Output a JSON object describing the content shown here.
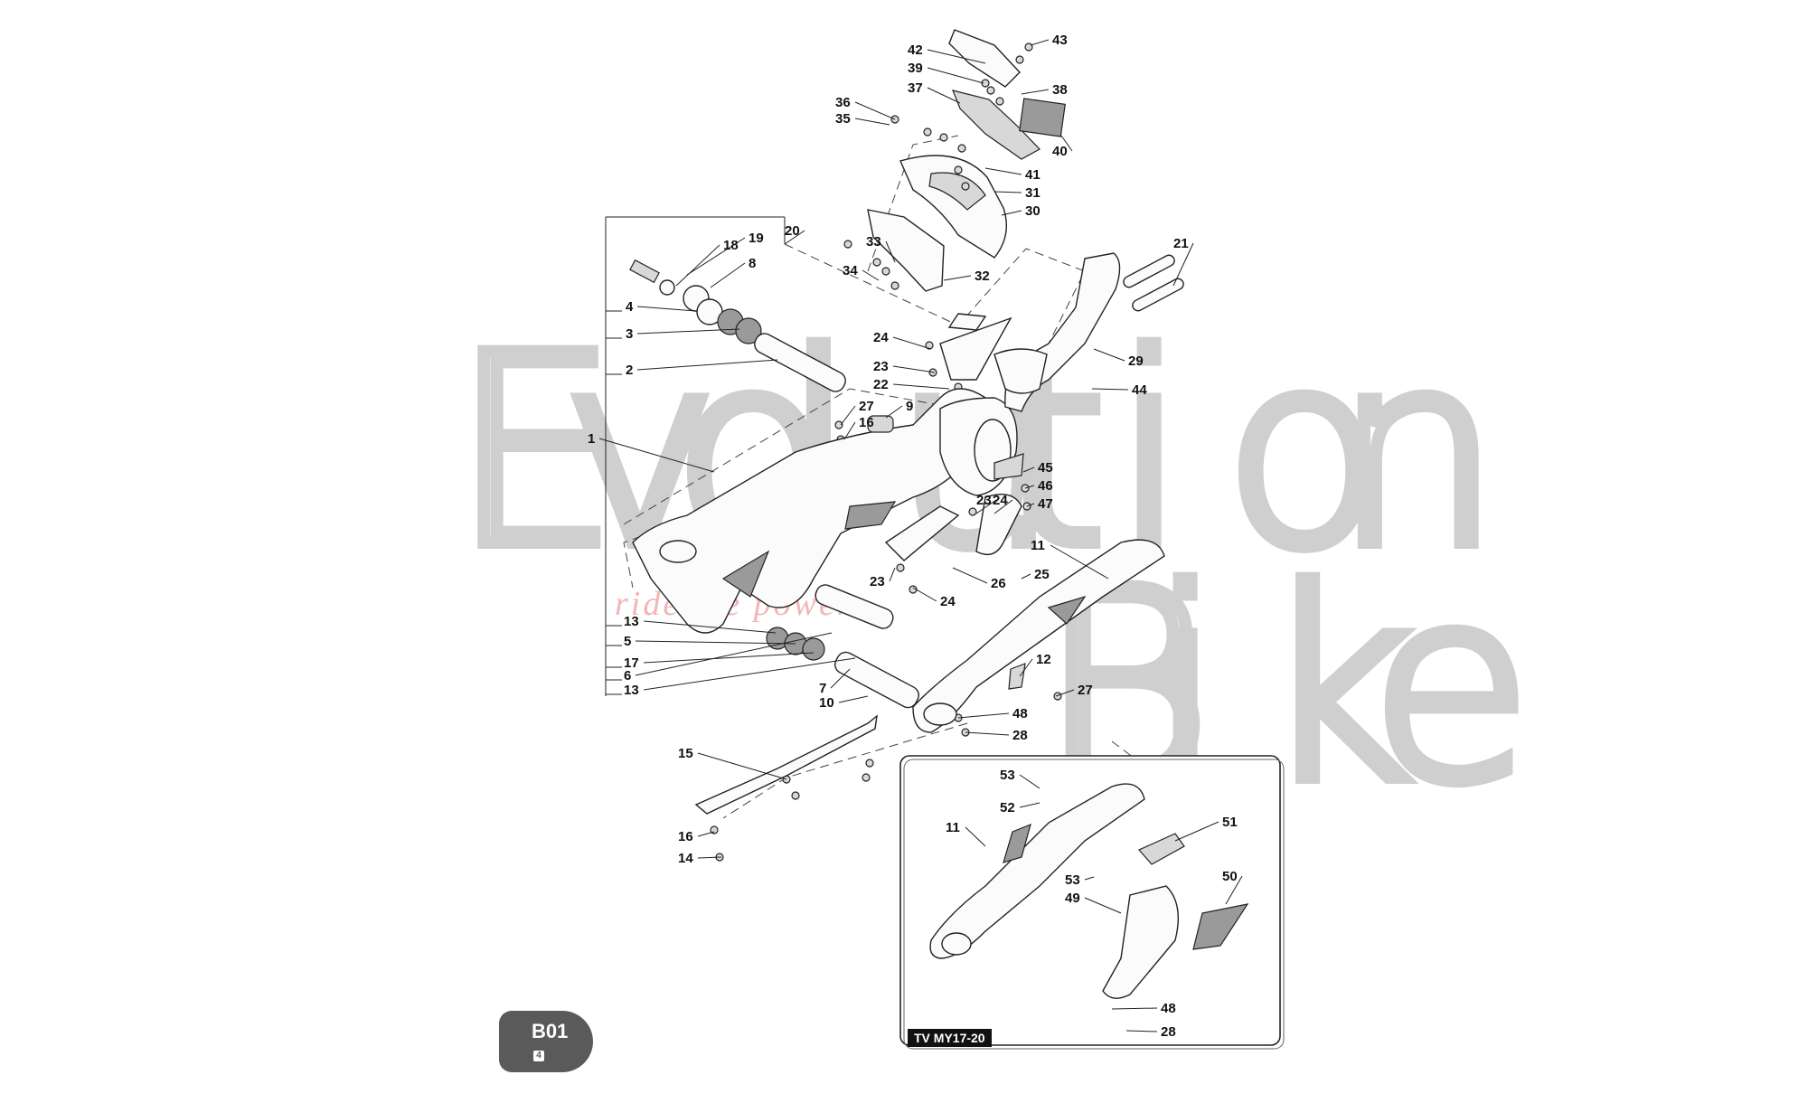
{
  "watermark": {
    "line1": "Evolution",
    "line2": "Bike",
    "tagline": "ride the power",
    "color": "#cfcfcf",
    "tagline_color": "#f3b5b5"
  },
  "badge": {
    "code": "B01",
    "page": "4"
  },
  "inset": {
    "tag": "TV MY17-20"
  },
  "callouts": [
    {
      "id": "c43",
      "text": "43"
    },
    {
      "id": "c42",
      "text": "42"
    },
    {
      "id": "c39",
      "text": "39"
    },
    {
      "id": "c38",
      "text": "38"
    },
    {
      "id": "c37",
      "text": "37"
    },
    {
      "id": "c36",
      "text": "36"
    },
    {
      "id": "c35",
      "text": "35"
    },
    {
      "id": "c40",
      "text": "40"
    },
    {
      "id": "c41",
      "text": "41"
    },
    {
      "id": "c31",
      "text": "31"
    },
    {
      "id": "c30",
      "text": "30"
    },
    {
      "id": "c20",
      "text": "20"
    },
    {
      "id": "c19",
      "text": "19"
    },
    {
      "id": "c18",
      "text": "18"
    },
    {
      "id": "c8",
      "text": "8"
    },
    {
      "id": "c33",
      "text": "33"
    },
    {
      "id": "c34",
      "text": "34"
    },
    {
      "id": "c32",
      "text": "32"
    },
    {
      "id": "c21",
      "text": "21"
    },
    {
      "id": "c4",
      "text": "4"
    },
    {
      "id": "c3",
      "text": "3"
    },
    {
      "id": "c2",
      "text": "2"
    },
    {
      "id": "c24a",
      "text": "24"
    },
    {
      "id": "c23a",
      "text": "23"
    },
    {
      "id": "c22",
      "text": "22"
    },
    {
      "id": "c29",
      "text": "29"
    },
    {
      "id": "c44",
      "text": "44"
    },
    {
      "id": "c27a",
      "text": "27"
    },
    {
      "id": "c9",
      "text": "9"
    },
    {
      "id": "c16a",
      "text": "16"
    },
    {
      "id": "c1",
      "text": "1"
    },
    {
      "id": "c45",
      "text": "45"
    },
    {
      "id": "c46",
      "text": "46"
    },
    {
      "id": "c47",
      "text": "47"
    },
    {
      "id": "c23b",
      "text": "23"
    },
    {
      "id": "c24b",
      "text": "24"
    },
    {
      "id": "c11a",
      "text": "11"
    },
    {
      "id": "c25",
      "text": "25"
    },
    {
      "id": "c26",
      "text": "26"
    },
    {
      "id": "c23c",
      "text": "23"
    },
    {
      "id": "c24c",
      "text": "24"
    },
    {
      "id": "c13a",
      "text": "13"
    },
    {
      "id": "c5",
      "text": "5"
    },
    {
      "id": "c17",
      "text": "17"
    },
    {
      "id": "c6",
      "text": "6"
    },
    {
      "id": "c13b",
      "text": "13"
    },
    {
      "id": "c12",
      "text": "12"
    },
    {
      "id": "c27b",
      "text": "27"
    },
    {
      "id": "c7",
      "text": "7"
    },
    {
      "id": "c10",
      "text": "10"
    },
    {
      "id": "c48a",
      "text": "48"
    },
    {
      "id": "c28a",
      "text": "28"
    },
    {
      "id": "c15",
      "text": "15"
    },
    {
      "id": "c16b",
      "text": "16"
    },
    {
      "id": "c14",
      "text": "14"
    },
    {
      "id": "c53a",
      "text": "53"
    },
    {
      "id": "c52",
      "text": "52"
    },
    {
      "id": "c11b",
      "text": "11"
    },
    {
      "id": "c51",
      "text": "51"
    },
    {
      "id": "c53b",
      "text": "53"
    },
    {
      "id": "c50",
      "text": "50"
    },
    {
      "id": "c49",
      "text": "49"
    },
    {
      "id": "c48b",
      "text": "48"
    },
    {
      "id": "c28b",
      "text": "28"
    }
  ]
}
